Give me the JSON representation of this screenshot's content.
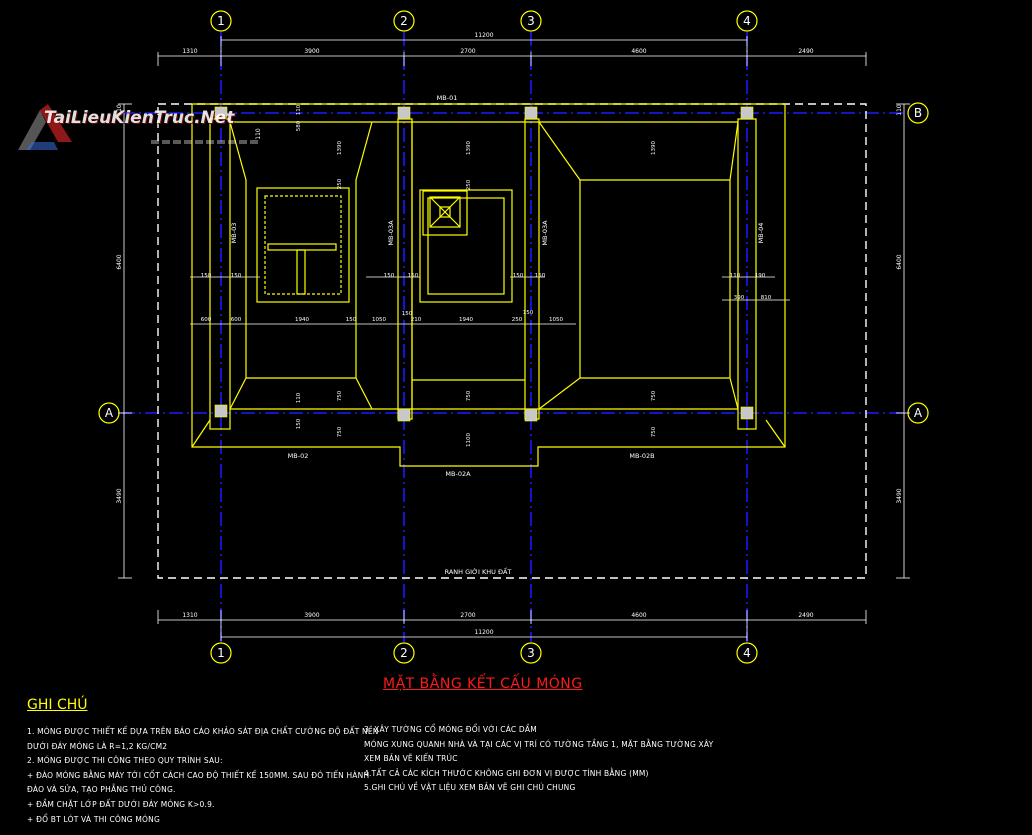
{
  "grid": {
    "columns": [
      "1",
      "2",
      "3",
      "4"
    ],
    "rows": [
      "A",
      "B"
    ]
  },
  "dimensions": {
    "top_chain": [
      "1310",
      "3900",
      "2700",
      "4600",
      "2490"
    ],
    "top_total": "11200",
    "bottom_chain": [
      "1310",
      "3900",
      "2700",
      "4600",
      "2490"
    ],
    "bottom_total": "11200",
    "left_upper": "6400",
    "left_lower": "3490",
    "right_upper": "6400",
    "right_lower": "3490",
    "right_ab_1": "110",
    "right_ab_2": "110",
    "left_ab": "110"
  },
  "foundation_labels": {
    "mb01": "MB-01",
    "mb02": "MB-02",
    "mb02a": "MB-02A",
    "mb02b": "MB-02B",
    "mb03": "MB-03",
    "mb03a_1": "MB-03A",
    "mb03a_2": "MB-03A",
    "mb04": "MB-04",
    "site_boundary": "RANH GIỚI KHU ĐẤT"
  },
  "inner_dims": {
    "d1390_a": "1390",
    "d1390_b": "1390",
    "d1390_c": "1390",
    "d250_a": "250",
    "d250_b": "250",
    "d580": "580",
    "d110_top": "110",
    "row_600_a": "600",
    "row_600_b": "600",
    "row_1940_a": "1940",
    "row_150_a": "150",
    "row_1050_a": "1050",
    "row_150_b": "150",
    "row_210": "210",
    "row_1940_b": "1940",
    "row_250": "250",
    "row_150_c": "150",
    "row_1050_b": "1050",
    "row_390": "390",
    "row_810": "810",
    "w150_1": "150",
    "w150_2": "150",
    "w150_3": "150",
    "w150_4": "150",
    "w150_5": "150",
    "w150_6": "150",
    "w110_r": "110",
    "w90_r": "190",
    "d750_a": "750",
    "d750_b": "750",
    "d750_c": "750",
    "d750_d": "750",
    "d750_e": "750",
    "d110_a": "110",
    "d150_v": "150",
    "d1100": "1100"
  },
  "title": "MẶT BẰNG KẾT CẤU MÓNG",
  "notes": {
    "heading": "GHI CHÚ",
    "left": [
      "1.  MÓNG ĐƯỢC THIẾT KẾ DỰA TRÊN BÁO CÁO KHẢO SÁT ĐỊA CHẤT CƯỜNG ĐỘ ĐẤT NỀN",
      "DƯỚI ĐÁY MÓNG LÀ R=1,2 KG/CM2",
      "2. MÓNG ĐƯỢC THI CÔNG THEO QUY TRÌNH SAU:",
      "+ ĐÀO MÓNG BẰNG MÁY TỚI CỐT CÁCH CAO ĐỘ THIẾT KẾ 150MM. SAU ĐÓ TIẾN HÀNH",
      "ĐÀO VÀ SỬA, TẠO PHẲNG THỦ CÔNG.",
      "+ ĐẦM CHẶT LỚP ĐẤT DƯỚI ĐÁY MÓNG K>0.9.",
      "+ ĐỔ BT LÓT VÀ THI CÔNG MÓNG"
    ],
    "right": [
      "3. XÂY TƯỜNG CỔ MÓNG ĐỔI VỚI CÁC DẦM",
      "MÓNG XUNG QUANH NHÀ VÀ TẠI CÁC VỊ TRÍ CÓ TƯỜNG TẦNG 1, MẶT BẰNG TƯỜNG XÂY",
      "XEM BẢN VẼ KIẾN TRÚC",
      "4.TẤT CẢ CÁC KÍCH THƯỚC KHÔNG GHI ĐƠN VỊ ĐƯỢC TÍNH BẰNG (MM)",
      "5.GHI CHÚ VỀ VẬT LIỆU XEM BẢN VẼ GHI CHÚ CHUNG"
    ]
  },
  "watermark": {
    "text": "TaiLieuKienTruc.Net"
  },
  "colors": {
    "background": "#000000",
    "foundation": "#ffff00",
    "grid_line": "#0000ff",
    "dimension": "#ffffff",
    "title": "#ff1a1a",
    "notes_heading": "#ffff00",
    "column": "#c8c8c8"
  }
}
